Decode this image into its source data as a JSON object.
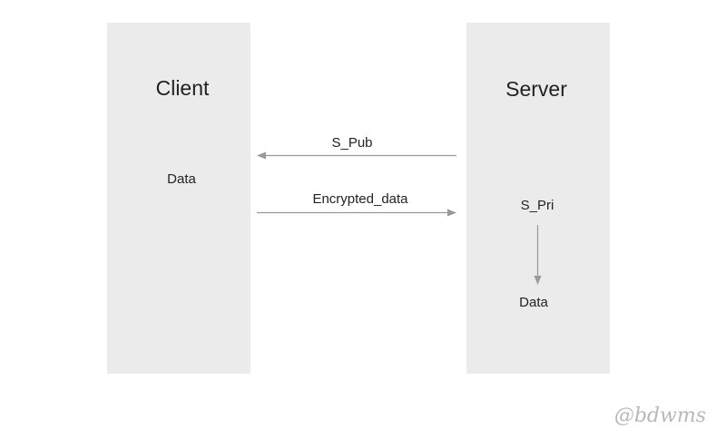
{
  "client": {
    "title": "Client",
    "data_label": "Data"
  },
  "server": {
    "title": "Server",
    "private_key_label": "S_Pri",
    "data_label": "Data"
  },
  "messages": {
    "server_to_client": "S_Pub",
    "client_to_server": "Encrypted_data"
  },
  "watermark": "@bdwms",
  "colors": {
    "panel_bg": "#ebebeb",
    "arrow": "#999999",
    "text": "#222222"
  }
}
